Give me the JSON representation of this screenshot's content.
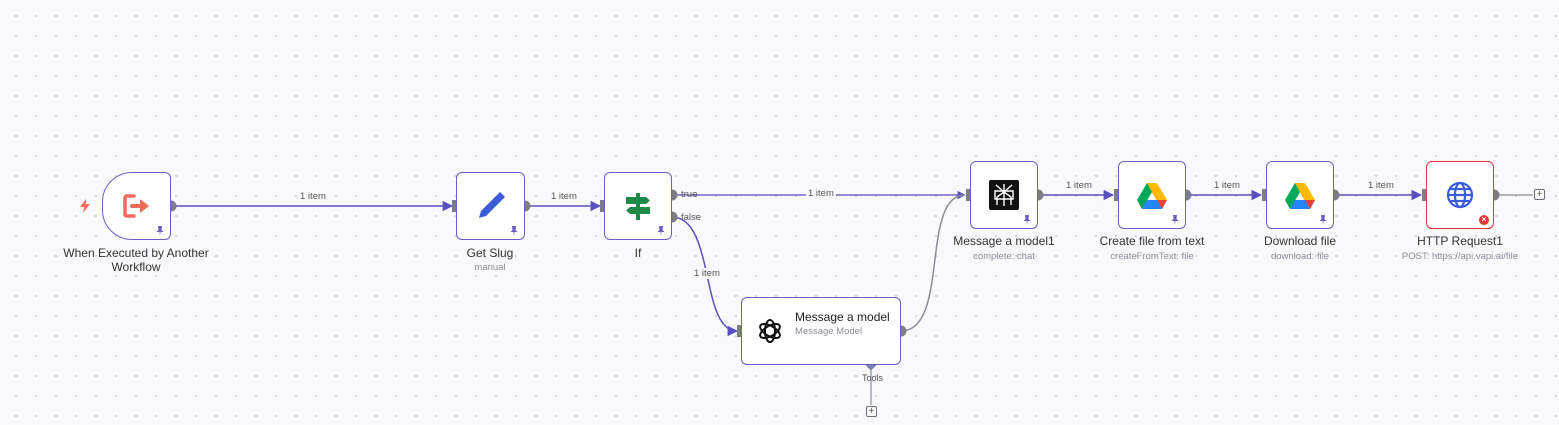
{
  "colors": {
    "edge": "#5a4fc0",
    "edge_grey": "#8c8c98",
    "node_border": "#6a5fc0",
    "error": "#e4343e"
  },
  "nodes": {
    "trigger": {
      "title": "When Executed by Another Workflow",
      "icon": "sign-in-icon"
    },
    "get_slug": {
      "title": "Get Slug",
      "subtitle": "manual",
      "icon": "pencil-icon"
    },
    "if": {
      "title": "If",
      "icon": "signpost-icon"
    },
    "message_model": {
      "title": "Message a model",
      "subtitle": "Message Model",
      "icon": "openai-icon",
      "tools_label": "Tools"
    },
    "message_model1": {
      "title": "Message a model1",
      "subtitle": "complete: chat",
      "icon": "perplexity-icon"
    },
    "create_file": {
      "title": "Create file from text",
      "subtitle": "createFromText: file",
      "icon": "google-drive-icon"
    },
    "download_file": {
      "title": "Download file",
      "subtitle": "download: file",
      "icon": "google-drive-icon"
    },
    "http_request": {
      "title": "HTTP Request1",
      "subtitle": "POST: https://api.vapi.ai/file",
      "icon": "globe-icon"
    }
  },
  "edges": {
    "trigger_getslug": "1 item",
    "getslug_if": "1 item",
    "if_true": "1 item",
    "if_false": "1 item",
    "model1_create": "1 item",
    "create_download": "1 item",
    "download_http": "1 item"
  },
  "branch_labels": {
    "true": "true",
    "false": "false"
  }
}
